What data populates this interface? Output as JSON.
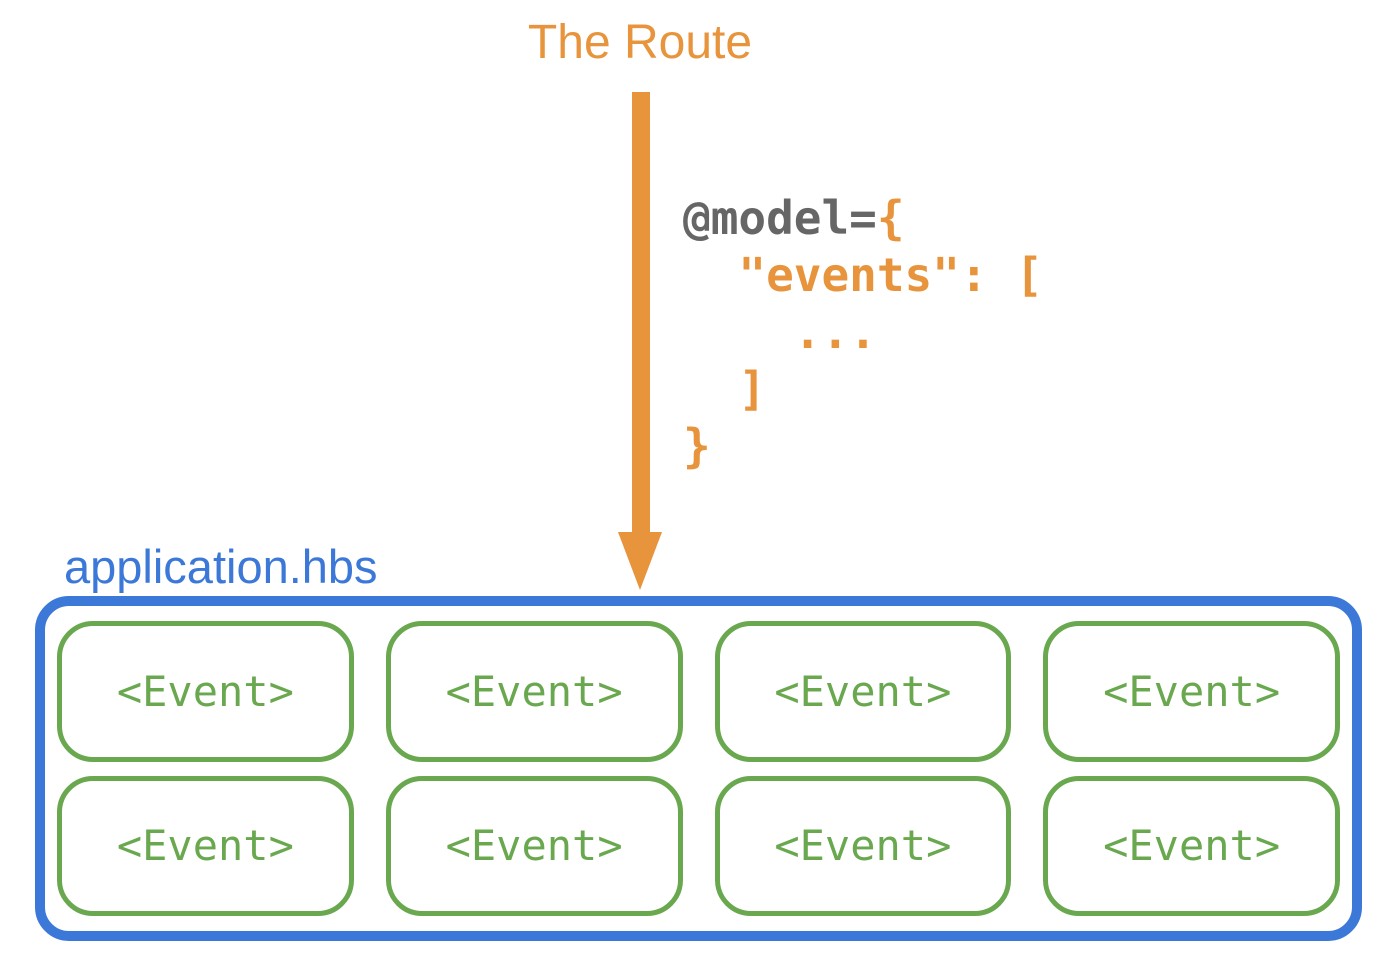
{
  "title": "The Route",
  "code": {
    "keyword": "@model=",
    "open_brace": "{",
    "events_line": "  \"events\": [",
    "ellipsis_line": "    ...",
    "close_bracket_line": "  ]",
    "close_brace_line": "}"
  },
  "template": {
    "filename": "application.hbs",
    "events": [
      "<Event>",
      "<Event>",
      "<Event>",
      "<Event>",
      "<Event>",
      "<Event>",
      "<Event>",
      "<Event>"
    ]
  },
  "colors": {
    "orange": "#E8943C",
    "blue": "#3C78D8",
    "green": "#6AA84F",
    "gray": "#666666"
  }
}
